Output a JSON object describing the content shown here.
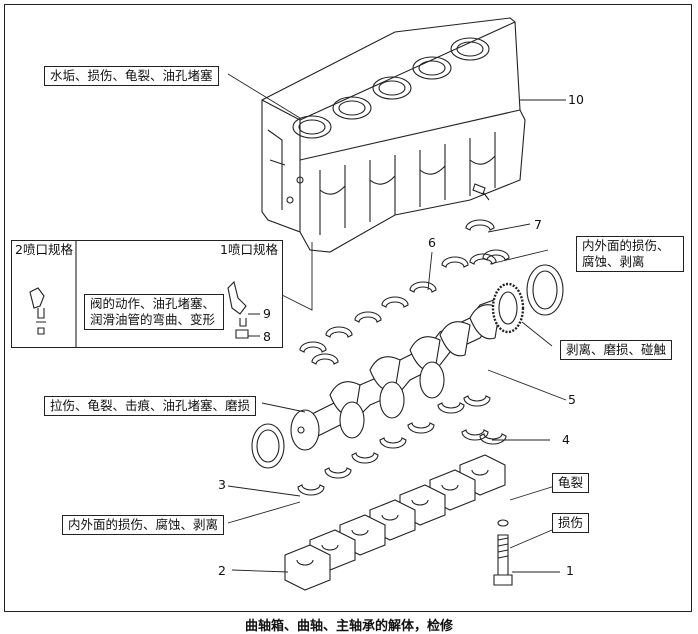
{
  "callouts": {
    "scale_water": "水垢、损伤、龟裂、油孔堵塞",
    "inner_outer_damage_top": "内外面的损伤、腐蚀、剥离",
    "valve_action": [
      "阀的动作、油孔堵塞、",
      "润滑油管的弯曲、变形"
    ],
    "peel_wear": "剥离、磨损、碰触",
    "crank_damage": "拉伤、龟裂、击痕、油孔堵塞、磨损",
    "inner_outer_damage_bottom": "内外面的损伤、腐蚀、剥离",
    "crack": "龟裂",
    "damage": "损伤"
  },
  "spec_box": {
    "left_title": "2喷口规格",
    "right_title": "1喷口规格"
  },
  "part_numbers": [
    "1",
    "2",
    "3",
    "4",
    "5",
    "6",
    "7",
    "8",
    "9",
    "10"
  ],
  "caption": "曲轴箱、曲轴、主轴承的解体，检修"
}
